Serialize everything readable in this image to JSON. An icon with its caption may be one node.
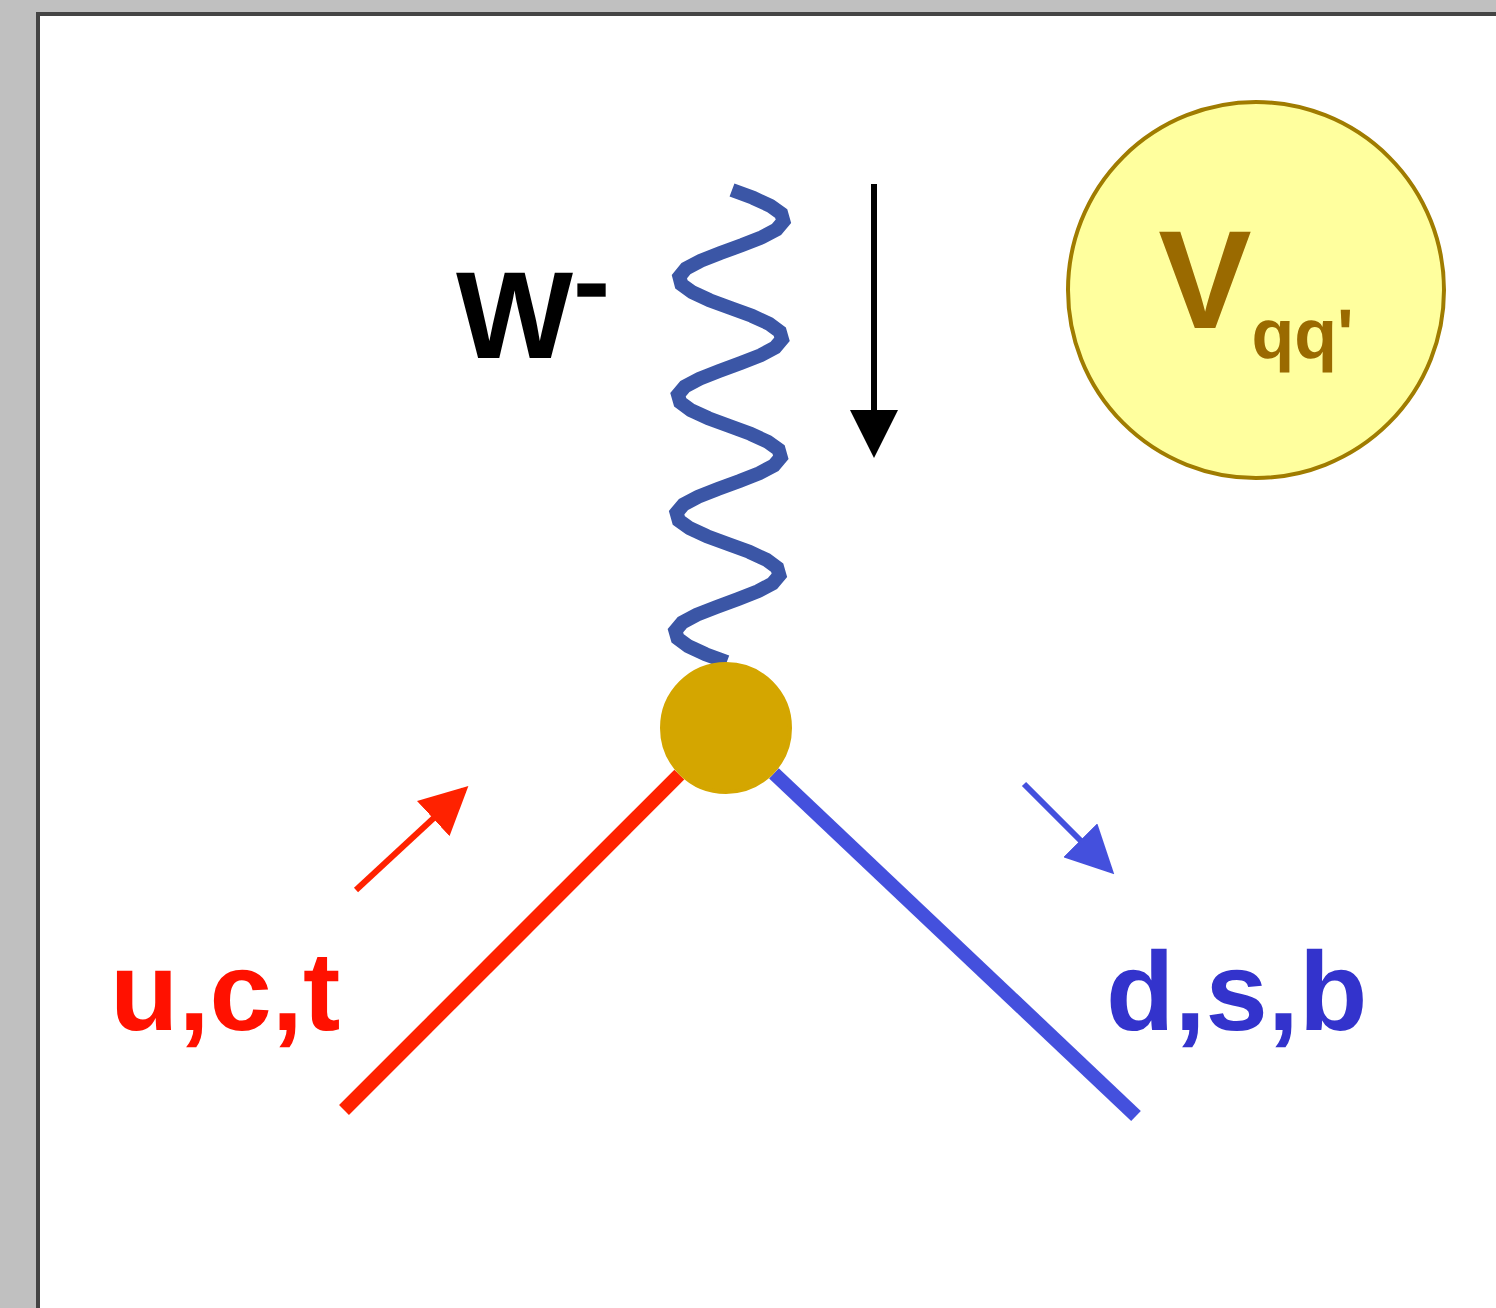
{
  "diagram": {
    "nodes": [
      {
        "text": [
          "V$_{qq'}$"
        ]
      },
      {
        "text": [],
        "shape": "circle"
      }
    ],
    "edges": [
      {
        "from": null,
        "to": 1,
        "arrow": "none",
        "color": "#3b56a6"
      },
      {
        "from": null,
        "to": 1,
        "arrow": "none",
        "color": "#ff2200"
      },
      {
        "from": 1,
        "to": null,
        "arrow": "none",
        "color": "#4450dd"
      }
    ],
    "labels": [
      "W$^{-}$",
      "u,c,t",
      "d,s,b"
    ]
  }
}
